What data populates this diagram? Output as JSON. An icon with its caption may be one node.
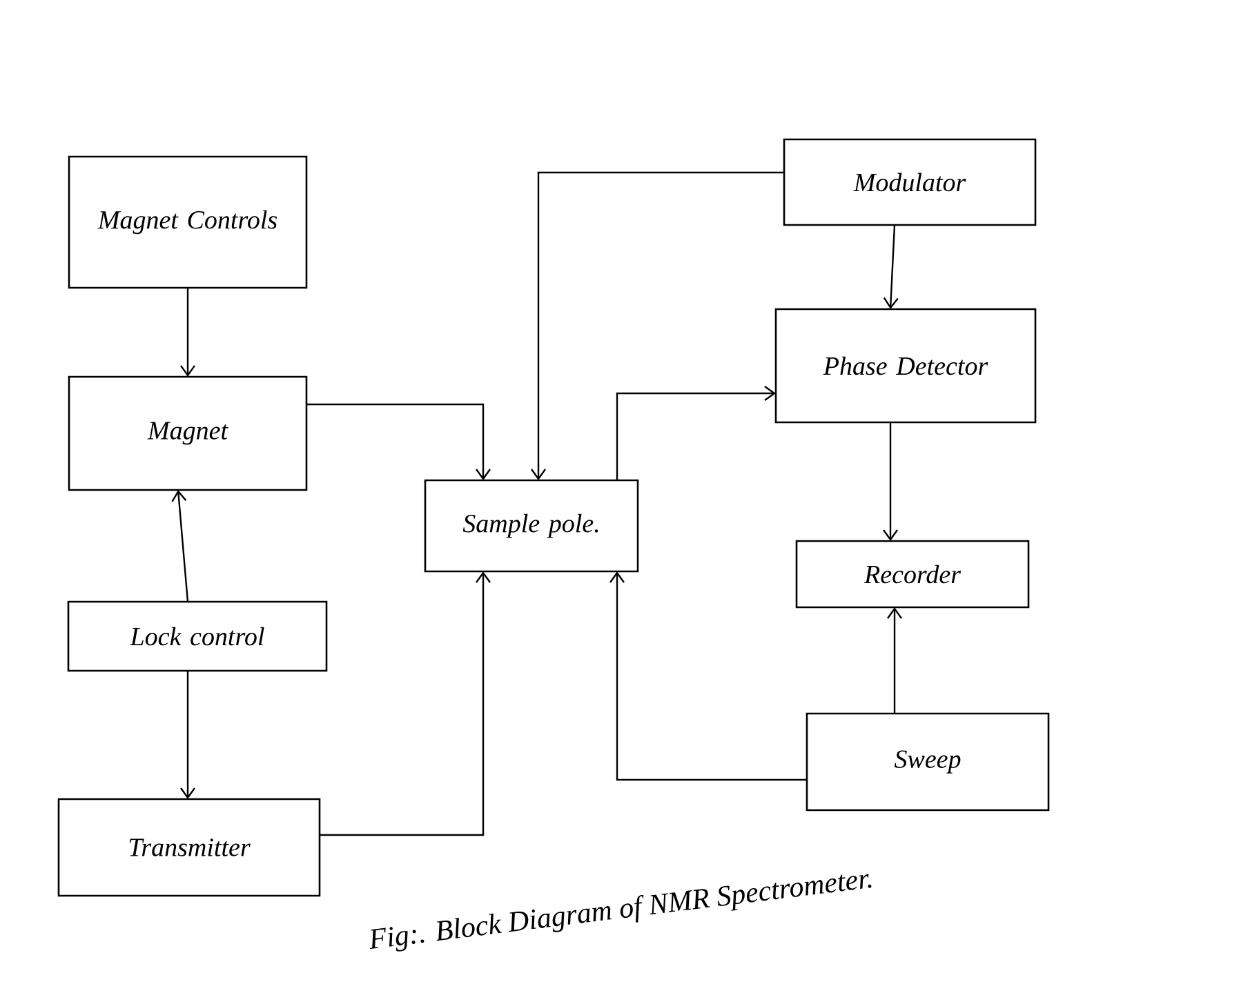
{
  "diagram": {
    "caption": "Fig:. Block Diagram of NMR Spectrometer.",
    "nodes": [
      {
        "text": [
          "Magnet Controls"
        ]
      },
      {
        "text": [
          "Magnet"
        ]
      },
      {
        "text": [
          "Lock control"
        ]
      },
      {
        "text": [
          "Transmitter"
        ]
      },
      {
        "text": [
          "Sample pole."
        ]
      },
      {
        "text": [
          "Modulator"
        ]
      },
      {
        "text": [
          "Phase Detector"
        ]
      },
      {
        "text": [
          "Recorder"
        ]
      },
      {
        "text": [
          "Sweep"
        ]
      }
    ],
    "edges": [
      {
        "from": 0,
        "to": 1,
        "arrow": "to"
      },
      {
        "from": 2,
        "to": 1,
        "arrow": "to"
      },
      {
        "from": 2,
        "to": 3,
        "arrow": "to"
      },
      {
        "from": 1,
        "to": 4,
        "arrow": "to"
      },
      {
        "from": 5,
        "to": 4,
        "arrow": "to"
      },
      {
        "from": 3,
        "to": 4,
        "arrow": "to"
      },
      {
        "from": 8,
        "to": 4,
        "arrow": "to"
      },
      {
        "from": 4,
        "to": 6,
        "arrow": "to"
      },
      {
        "from": 5,
        "to": 6,
        "arrow": "to"
      },
      {
        "from": 6,
        "to": 7,
        "arrow": "to"
      },
      {
        "from": 8,
        "to": 7,
        "arrow": "to"
      }
    ]
  }
}
